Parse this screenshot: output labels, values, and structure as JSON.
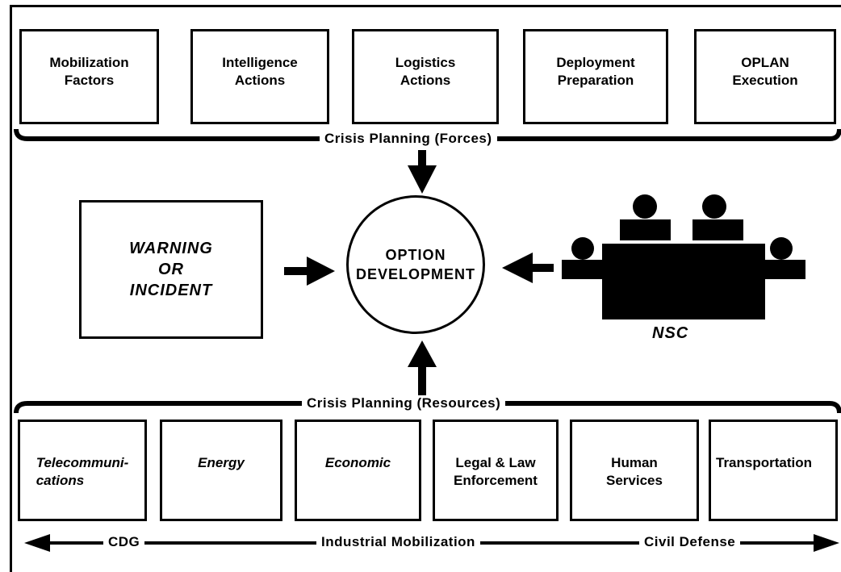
{
  "forces": {
    "boxes": [
      "Mobilization\nFactors",
      "Intelligence\nActions",
      "Logistics\nActions",
      "Deployment\nPreparation",
      "OPLAN\nExecution"
    ],
    "label": "Crisis Planning (Forces)"
  },
  "center": {
    "warning": "WARNING\nOR\nINCIDENT",
    "option": "OPTION\nDEVELOPMENT",
    "nsc": "NSC"
  },
  "resources": {
    "label": "Crisis Planning (Resources)",
    "boxes": [
      "Telecommuni-\ncations",
      "Energy",
      "Economic",
      "Legal & Law\nEnforcement",
      "Human\nServices",
      "Transportation"
    ]
  },
  "bottom_axis": {
    "left": "CDG",
    "middle": "Industrial Mobilization",
    "right": "Civil Defense"
  }
}
